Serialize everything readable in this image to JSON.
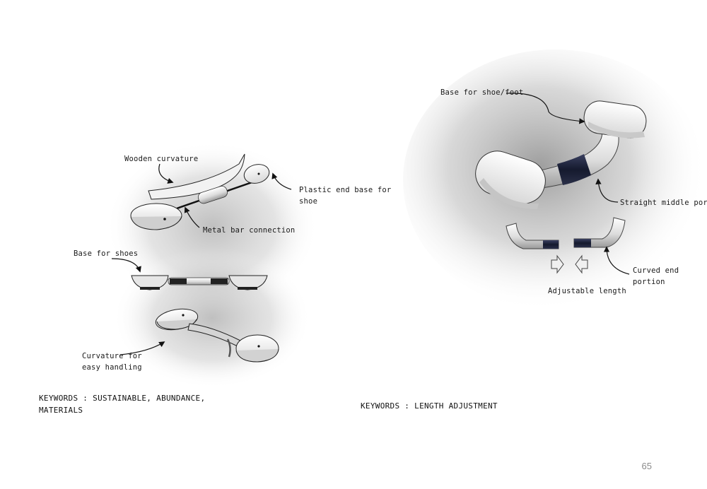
{
  "left_panel": {
    "labels": {
      "wooden_curvature": "Wooden curvature",
      "plastic_end_base": "Plastic end base for\nshoe",
      "metal_bar": "Metal bar connection",
      "base_for_shoes": "Base for shoes",
      "curvature_handling": "Curvature for\neasy handling"
    },
    "keywords": "KEYWORDS : SUSTAINABLE, ABUNDANCE,\nMATERIALS"
  },
  "right_panel": {
    "labels": {
      "base_shoe_foot": "Base for shoe/foot",
      "straight_middle": "Straight middle portion",
      "curved_end": "Curved end\nportion",
      "adjustable_length": "Adjustable length"
    },
    "keywords": "KEYWORDS : LENGTH ADJUSTMENT"
  },
  "page_number": "65",
  "colors": {
    "accent_band": "#1d2238",
    "shadow": "#9a9a9a",
    "outline": "#222222"
  }
}
